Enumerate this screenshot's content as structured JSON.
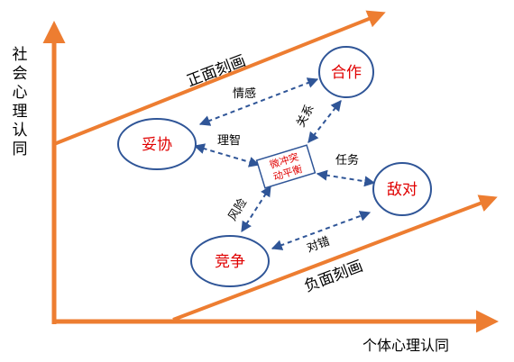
{
  "axes": {
    "y_label": "社会心理认同",
    "x_label": "个体心理认同"
  },
  "bands": {
    "upper_label": "正面刻画",
    "lower_label": "负面刻画"
  },
  "nodes": {
    "hezuo": "合作",
    "tuoxie": "妥协",
    "didui": "敌对",
    "jingzheng": "竞争",
    "center_line1": "微冲突",
    "center_line2": "动平衡"
  },
  "edges": {
    "qinggan": "情感",
    "guanxi": "关系",
    "lizhi": "理智",
    "renwu": "任务",
    "fengxian": "风险",
    "duicuo": "对错"
  },
  "colors": {
    "axis": "#ED7D31",
    "node_border": "#2F5597",
    "dash": "#2F5597",
    "node_text": "#E00000"
  }
}
